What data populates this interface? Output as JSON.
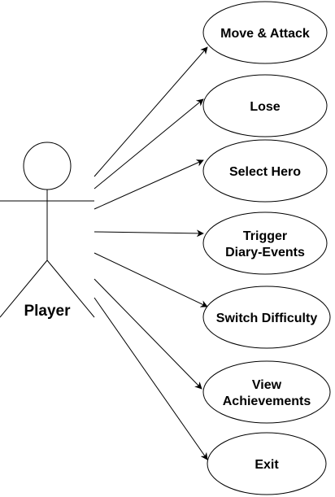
{
  "diagram": {
    "actor": {
      "name": "Player"
    },
    "use_cases": [
      {
        "id": "move-attack",
        "lines": [
          "Move & Attack"
        ]
      },
      {
        "id": "lose",
        "lines": [
          "Lose"
        ]
      },
      {
        "id": "select-hero",
        "lines": [
          "Select Hero"
        ]
      },
      {
        "id": "trigger-diary-events",
        "lines": [
          "Trigger",
          "Diary-Events"
        ]
      },
      {
        "id": "switch-difficulty",
        "lines": [
          "Switch Difficulty"
        ]
      },
      {
        "id": "view-achievements",
        "lines": [
          "View",
          "Achievements"
        ]
      },
      {
        "id": "exit",
        "lines": [
          "Exit"
        ]
      }
    ],
    "colors": {
      "stroke": "#000000",
      "fill": "#ffffff",
      "text": "#000000"
    }
  }
}
